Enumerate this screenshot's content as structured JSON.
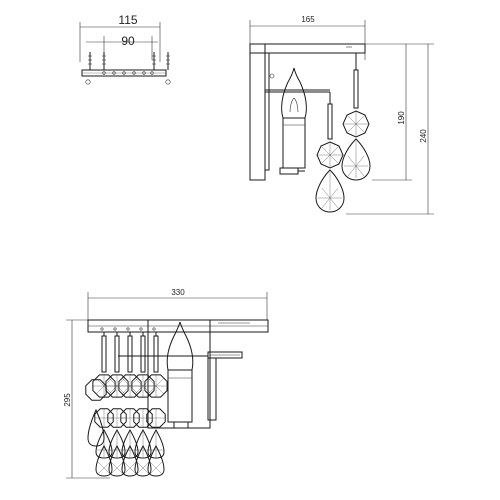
{
  "dimensions": {
    "top_outer_width": "115",
    "top_inner_width": "90",
    "side_width": "165",
    "side_height_inner": "190",
    "side_height_total": "240",
    "front_width": "330",
    "front_height": "295"
  }
}
